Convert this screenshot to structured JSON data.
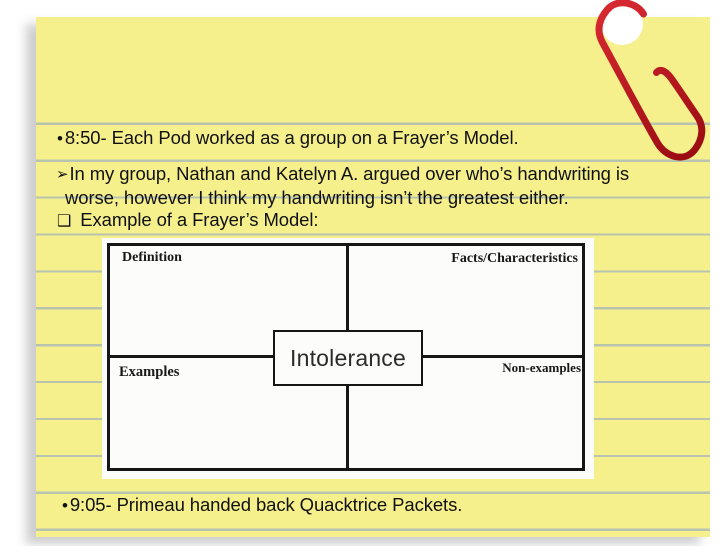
{
  "slide": {
    "background_color": "#ffffff",
    "paper_color": "#f5f08c",
    "rule_color": "#b9c4af"
  },
  "paperclip": {
    "color_start": "#d62830",
    "color_end": "#9c0d13"
  },
  "notes": [
    {
      "bullet": "•",
      "lines": [
        "8:50- Each Pod worked as a group on a Frayer’s Model."
      ]
    },
    {
      "bullet": "➢",
      "lines": [
        "In my group, Nathan and Katelyn A. argued over who’s handwriting is",
        "worse, however I think my handwriting isn’t the greatest either."
      ]
    },
    {
      "bullet": "❑",
      "lines": [
        "Example of a Frayer’s Model:"
      ]
    },
    {
      "bullet": "•",
      "lines": [
        "9:05- Primeau handed back Quacktrice Packets."
      ]
    }
  ],
  "frayer_model": {
    "top_left": "Definition",
    "top_right": "Facts/Characteristics",
    "bottom_left": "Examples",
    "bottom_right": "Non-examples",
    "center": "Intolerance"
  }
}
